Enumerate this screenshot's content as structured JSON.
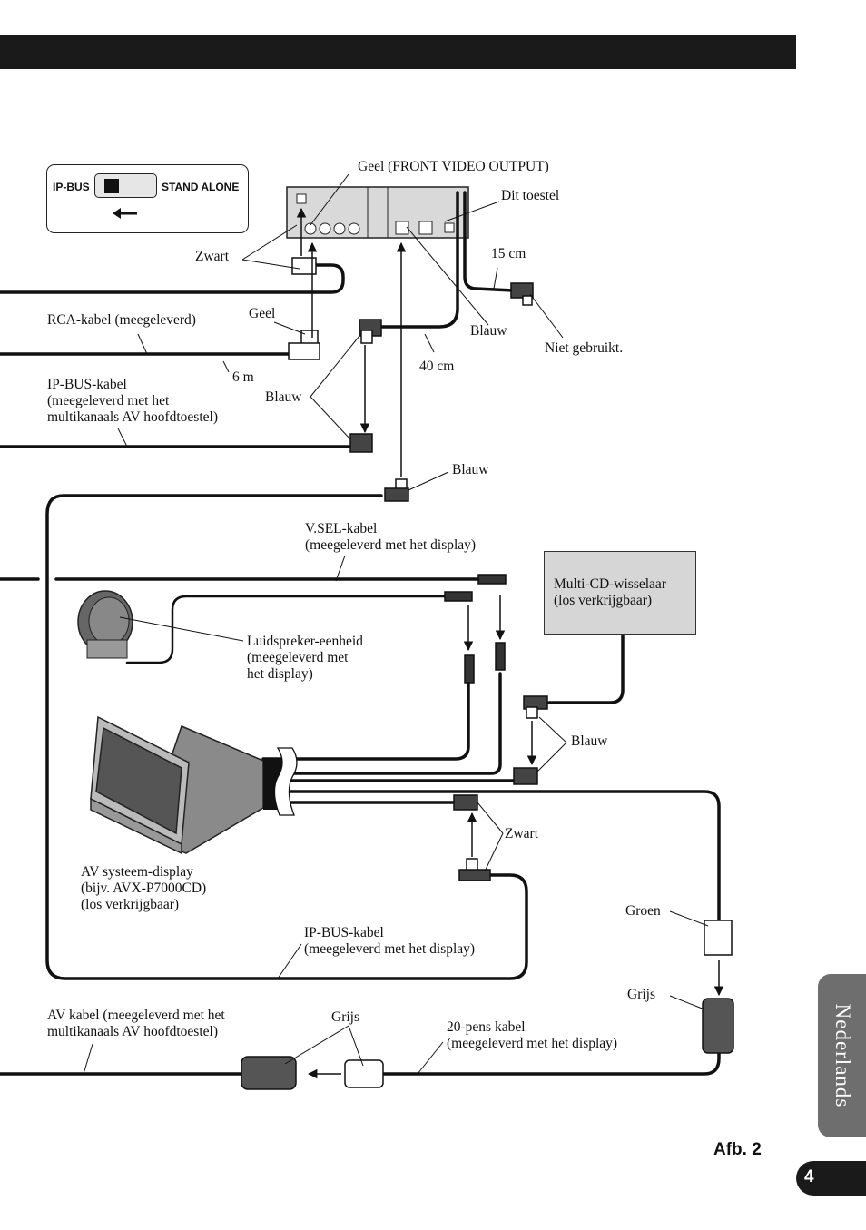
{
  "switch": {
    "left": "IP-BUS",
    "right": "STAND ALONE"
  },
  "labels": {
    "geel_front": "Geel (FRONT VIDEO OUTPUT)",
    "dit_toestel": "Dit toestel",
    "zwart_1": "Zwart",
    "cm15": "15 cm",
    "geel": "Geel",
    "rca": "RCA-kabel (meegeleverd)",
    "blauw_1": "Blauw",
    "niet_gebruikt": "Niet gebruikt.",
    "m6": "6 m",
    "cm40": "40 cm",
    "ipbus1": [
      "IP-BUS-kabel",
      "(meegeleverd met het",
      "multikanaals AV hoofdtoestel)"
    ],
    "blauw_2": "Blauw",
    "blauw_3": "Blauw",
    "vsel": [
      "V.SEL-kabel",
      "(meegeleverd met het display)"
    ],
    "mcd": [
      "Multi-CD-wisselaar",
      "(los verkrijgbaar)"
    ],
    "speaker": [
      "Luidspreker-eenheid",
      "(meegeleverd met",
      "het display)"
    ],
    "blauw_4": "Blauw",
    "zwart_2": "Zwart",
    "av_display": [
      "AV systeem-display",
      "(bijv. AVX-P7000CD)",
      "(los verkrijgbaar)"
    ],
    "ipbus2": [
      "IP-BUS-kabel",
      "(meegeleverd met het display)"
    ],
    "groen": "Groen",
    "grijs_1": "Grijs",
    "av_kabel": [
      "AV kabel (meegeleverd met het",
      "multikanaals AV hoofdtoestel)"
    ],
    "grijs_2": "Grijs",
    "pin20": [
      "20-pens kabel",
      "(meegeleverd met het display)"
    ]
  },
  "side_tab": "Nederlands",
  "figure": "Afb. 2",
  "page_number": "4",
  "colors": {
    "bar": "#1a1a1a",
    "tab": "#6e6e6e",
    "box_fill": "#d6d6d6"
  }
}
